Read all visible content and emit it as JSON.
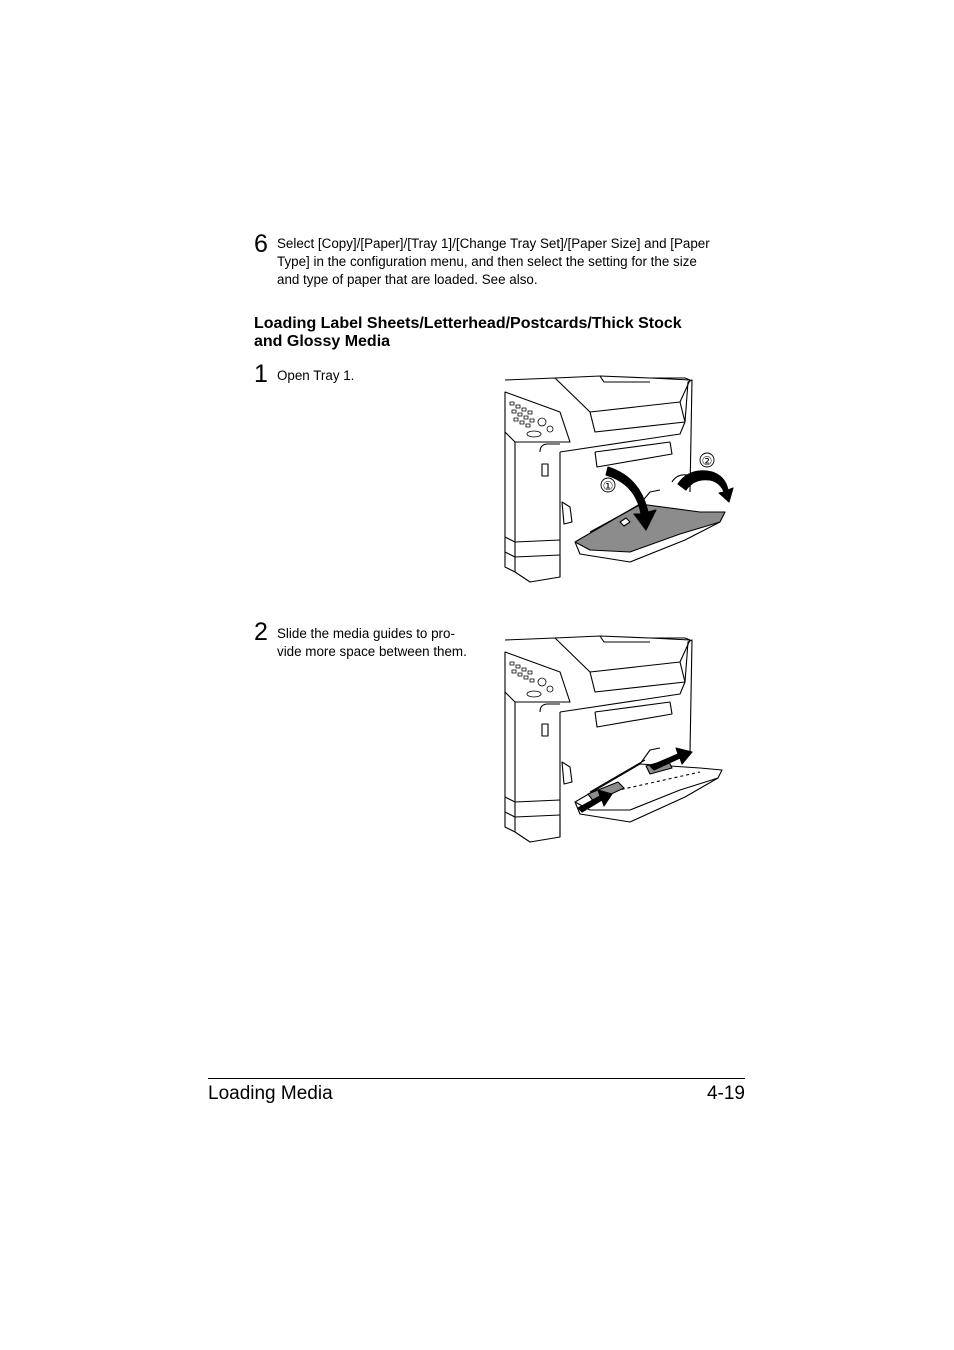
{
  "steps_top": [
    {
      "number": "6",
      "text_lines": [
        "Select [Copy]/[Paper]/[Tray 1]/[Change Tray Set]/[Paper Size] and [Paper",
        "Type] in the configuration menu, and then select the setting for the size",
        "and type of paper that are loaded. See also."
      ]
    }
  ],
  "section_heading": {
    "line1": "Loading Label Sheets/Letterhead/Postcards/Thick Stock",
    "line2": "and Glossy Media"
  },
  "steps": [
    {
      "number": "1",
      "text_lines": [
        "Open Tray 1."
      ]
    },
    {
      "number": "2",
      "text_lines": [
        "Slide the media guides to pro-",
        "vide more space between them."
      ]
    }
  ],
  "illustration_1": {
    "callout_1": "①",
    "callout_2": "②"
  },
  "footer": {
    "section": "Loading Media",
    "page": "4-19"
  }
}
